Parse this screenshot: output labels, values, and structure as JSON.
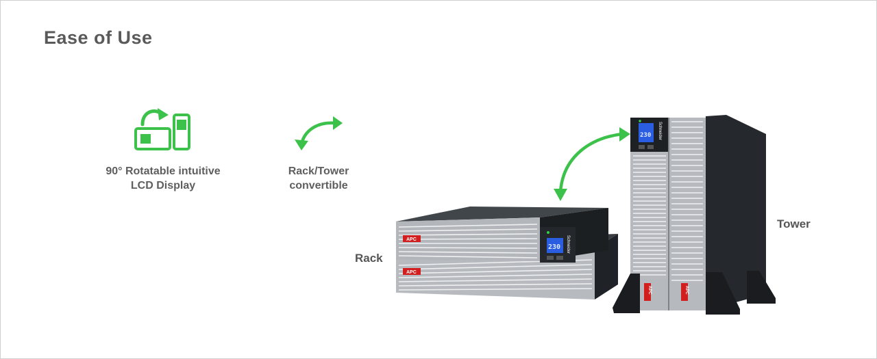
{
  "header": {
    "title": "Ease of Use"
  },
  "features": [
    {
      "line1": "90° Rotatable intuitive",
      "line2": "LCD Display",
      "icon": "rotate-display-icon"
    },
    {
      "line1": "Rack/Tower",
      "line2": "convertible",
      "icon": "convert-arrows-icon"
    }
  ],
  "labels": {
    "rack": "Rack",
    "tower": "Tower"
  },
  "devices": {
    "lcd_value": "230",
    "brand": "APC",
    "vendor": "Schneider"
  },
  "colors": {
    "accent_green": "#3cc14a",
    "title_gray": "#5a5a5a",
    "chassis_dark": "#2a2d31"
  }
}
